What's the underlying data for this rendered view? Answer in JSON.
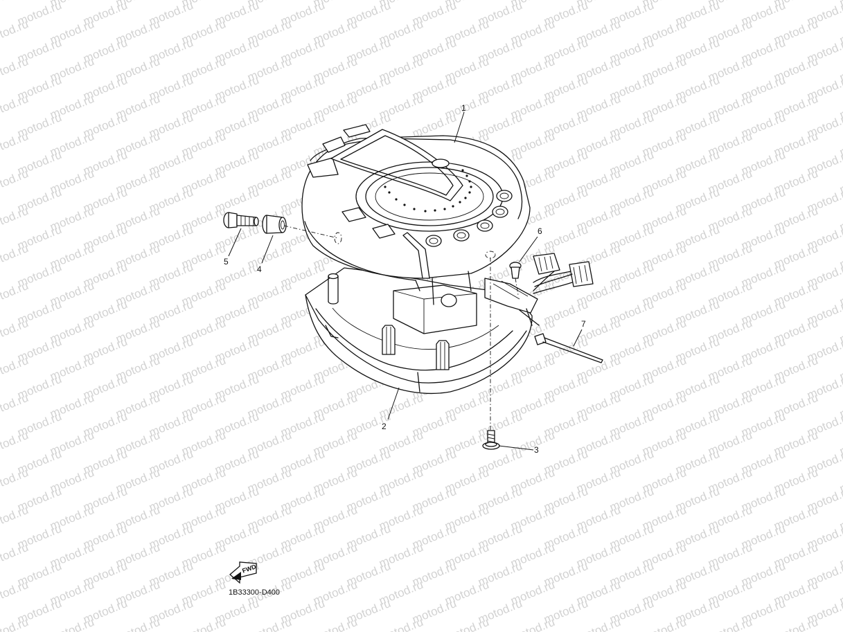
{
  "watermark": "motod.ru",
  "callouts": [
    {
      "id": "1",
      "label": "1"
    },
    {
      "id": "2",
      "label": "2"
    },
    {
      "id": "3",
      "label": "3"
    },
    {
      "id": "4",
      "label": "4"
    },
    {
      "id": "5",
      "label": "5"
    },
    {
      "id": "6",
      "label": "6"
    },
    {
      "id": "7",
      "label": "7"
    }
  ],
  "fwd_label": "FWD",
  "part_code": "1B33300-D400",
  "icons": {
    "fwd": "fwd-arrow-icon"
  }
}
